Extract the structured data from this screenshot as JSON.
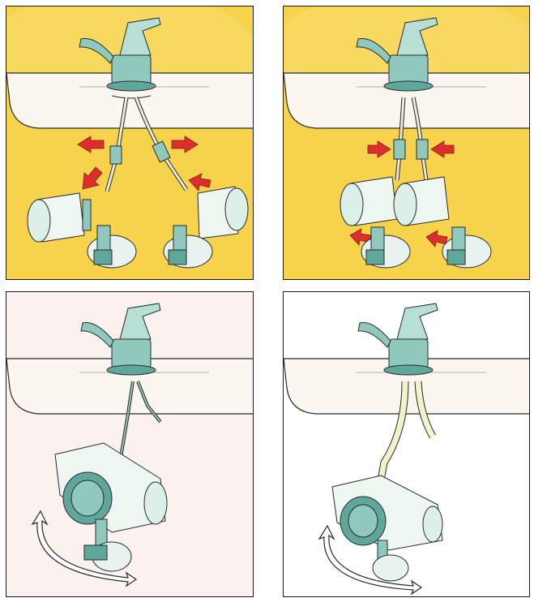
{
  "figure": {
    "panels": [
      {
        "id": "p1",
        "background": "#f6d34a",
        "step": "disconnect-hoses"
      },
      {
        "id": "p2",
        "background": "#f6d34a",
        "step": "attach-cartridges"
      },
      {
        "id": "p3",
        "background": "#fbf1ee",
        "step": "mounted-under-sink"
      },
      {
        "id": "p4",
        "background": "#ffffff",
        "step": "mounted-under-sink-alt"
      }
    ],
    "colors": {
      "water": "#f3d44f",
      "sink": "#fbf6ef",
      "metal": "#8fc9bd",
      "metal_dark": "#2f6f66",
      "arrow": "#dd2e2e",
      "outline": "#2a2a2a"
    },
    "icons": [
      "faucet-icon",
      "sink-icon",
      "filter-cartridge-icon",
      "valve-icon",
      "arrow-icon",
      "rotate-arrow-icon"
    ]
  }
}
